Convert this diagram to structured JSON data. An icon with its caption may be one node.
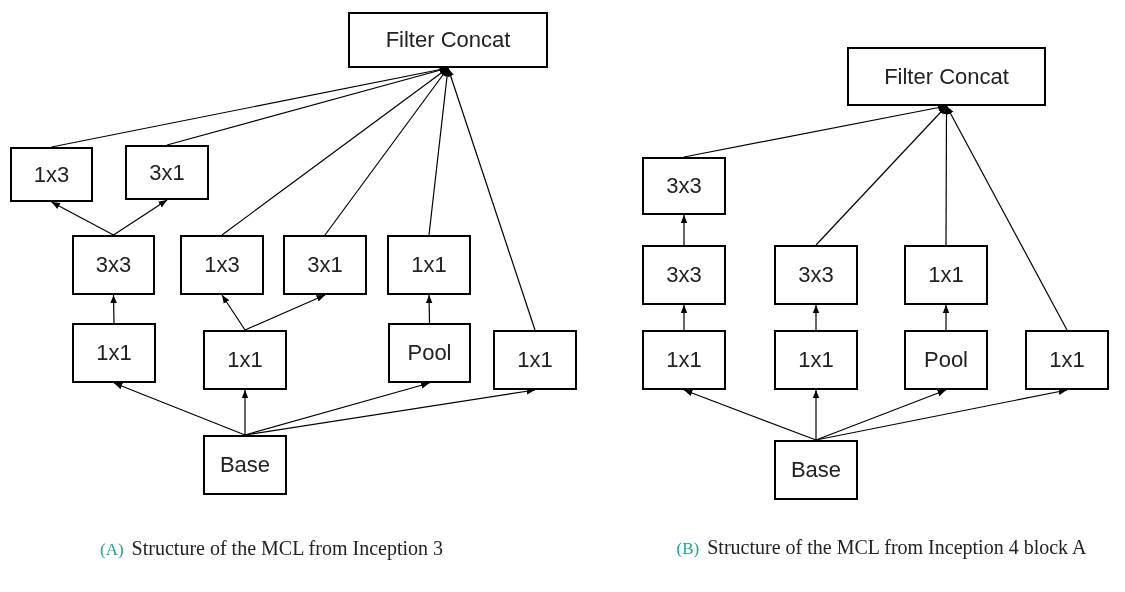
{
  "diagram": {
    "nodes": [
      {
        "text": [
          "Filter Concat"
        ]
      },
      {
        "text": [
          "1x3"
        ]
      },
      {
        "text": [
          "3x1"
        ]
      },
      {
        "text": [
          "3x3"
        ]
      },
      {
        "text": [
          "1x3"
        ]
      },
      {
        "text": [
          "3x1"
        ]
      },
      {
        "text": [
          "1x1"
        ]
      },
      {
        "text": [
          "1x1"
        ]
      },
      {
        "text": [
          "1x1"
        ]
      },
      {
        "text": [
          "Pool"
        ]
      },
      {
        "text": [
          "1x1"
        ]
      },
      {
        "text": [
          "Base"
        ]
      },
      {
        "text": [
          "Filter Concat"
        ]
      },
      {
        "text": [
          "3x3"
        ]
      },
      {
        "text": [
          "3x3"
        ]
      },
      {
        "text": [
          "3x3"
        ]
      },
      {
        "text": [
          "1x1"
        ]
      },
      {
        "text": [
          "1x1"
        ]
      },
      {
        "text": [
          "1x1"
        ]
      },
      {
        "text": [
          "Pool"
        ]
      },
      {
        "text": [
          "1x1"
        ]
      },
      {
        "text": [
          "Base"
        ]
      }
    ],
    "edges": [
      {
        "from": 11,
        "to": 7,
        "arrow": "to"
      },
      {
        "from": 11,
        "to": 8,
        "arrow": "to"
      },
      {
        "from": 11,
        "to": 9,
        "arrow": "to"
      },
      {
        "from": 11,
        "to": 10,
        "arrow": "to"
      },
      {
        "from": 7,
        "to": 3,
        "arrow": "to"
      },
      {
        "from": 8,
        "to": 4,
        "arrow": "to"
      },
      {
        "from": 8,
        "to": 5,
        "arrow": "to"
      },
      {
        "from": 9,
        "to": 6,
        "arrow": "to"
      },
      {
        "from": 3,
        "to": 1,
        "arrow": "to"
      },
      {
        "from": 3,
        "to": 2,
        "arrow": "to"
      },
      {
        "from": 1,
        "to": 0,
        "arrow": "to"
      },
      {
        "from": 2,
        "to": 0,
        "arrow": "to"
      },
      {
        "from": 4,
        "to": 0,
        "arrow": "to"
      },
      {
        "from": 5,
        "to": 0,
        "arrow": "to"
      },
      {
        "from": 6,
        "to": 0,
        "arrow": "to"
      },
      {
        "from": 10,
        "to": 0,
        "arrow": "to"
      },
      {
        "from": 21,
        "to": 17,
        "arrow": "to"
      },
      {
        "from": 21,
        "to": 18,
        "arrow": "to"
      },
      {
        "from": 21,
        "to": 19,
        "arrow": "to"
      },
      {
        "from": 21,
        "to": 20,
        "arrow": "to"
      },
      {
        "from": 17,
        "to": 14,
        "arrow": "to"
      },
      {
        "from": 18,
        "to": 15,
        "arrow": "to"
      },
      {
        "from": 19,
        "to": 16,
        "arrow": "to"
      },
      {
        "from": 14,
        "to": 13,
        "arrow": "to"
      },
      {
        "from": 13,
        "to": 12,
        "arrow": "to"
      },
      {
        "from": 15,
        "to": 12,
        "arrow": "to"
      },
      {
        "from": 16,
        "to": 12,
        "arrow": "to"
      },
      {
        "from": 20,
        "to": 12,
        "arrow": "to"
      }
    ],
    "labels": [
      "(A)",
      "Structure of the MCL from Inception 3",
      "(B)",
      "Structure of the MCL from Inception 4 block A"
    ]
  }
}
